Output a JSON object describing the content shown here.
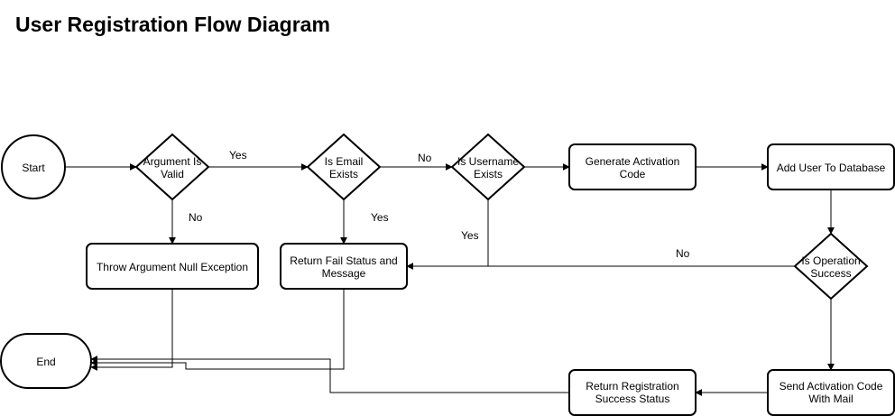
{
  "title": "User Registration Flow Diagram",
  "nodes": {
    "start": "Start",
    "end": "End",
    "argument_valid": [
      "Argument Is",
      "Valid"
    ],
    "email_exists": [
      "Is Email",
      "Exists"
    ],
    "username_exists": [
      "Is Username",
      "Exists"
    ],
    "generate_code": [
      "Generate Activation",
      "Code"
    ],
    "add_user": "Add User To Database",
    "throw_exception": "Throw Argument Null Exception",
    "return_fail": [
      "Return Fail Status and",
      "Message"
    ],
    "operation_success": [
      "Is Operation",
      "Success"
    ],
    "send_code": [
      "Send Activation Code",
      "With Mail"
    ],
    "return_success": [
      "Return Registration",
      "Success Status"
    ]
  },
  "edge_labels": {
    "arg_yes": "Yes",
    "arg_no": "No",
    "email_no": "No",
    "email_yes": "Yes",
    "username_yes": "Yes",
    "operation_no": "No"
  }
}
